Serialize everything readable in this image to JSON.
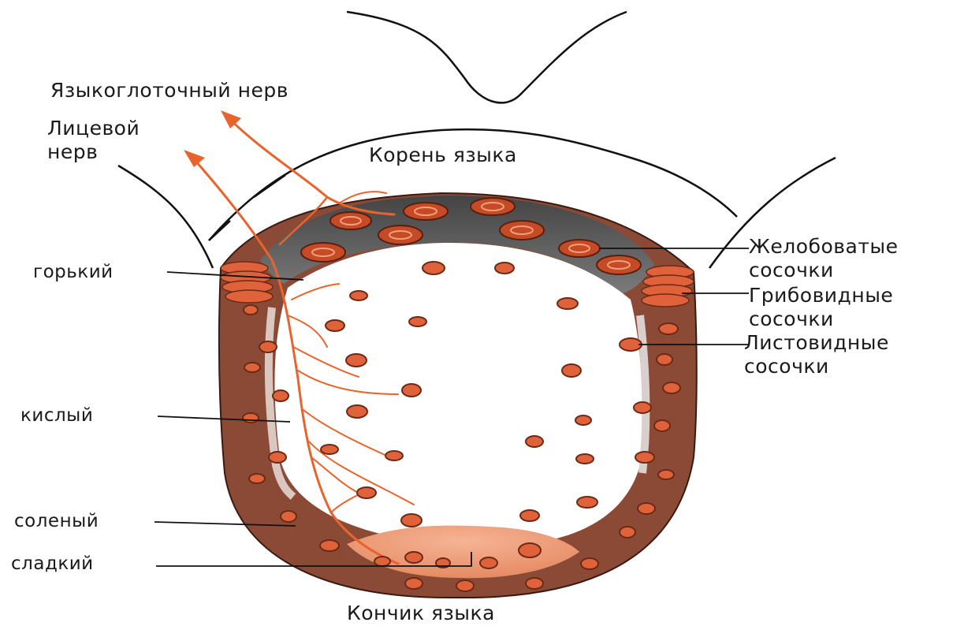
{
  "labels": {
    "glossopharyngeal_nerve": "Языкоглоточный нерв",
    "facial_nerve_line1": "Лицевой",
    "facial_nerve_line2": "нерв",
    "tongue_root": "Корень языка",
    "tongue_tip": "Кончик языка",
    "vallate_line1": "Желобоватые",
    "vallate_line2": "сосочки",
    "fungiform_line1": "Грибовидные",
    "fungiform_line2": "сосочки",
    "foliate_line1": "Листовидные",
    "foliate_line2": "сосочки",
    "bitter": "горький",
    "sour": "кислый",
    "salty": "соленый",
    "sweet": "сладкий"
  },
  "colors": {
    "bitter_zone": "#5a5a5a",
    "sour_salty_zone": "#8a4a36",
    "sweet_zone": "#f2a27e",
    "papilla_fill": "#e0623a",
    "papilla_ring": "#6b2a16",
    "nerve": "#e8642c",
    "outline": "#111111"
  }
}
